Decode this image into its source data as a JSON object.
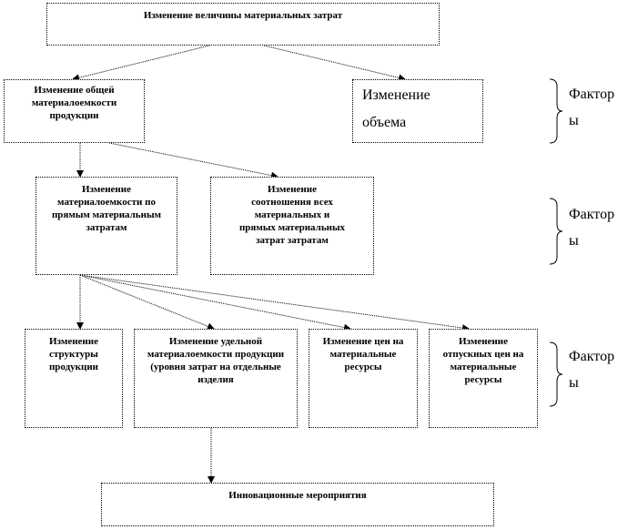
{
  "top": "Изменение величины материальных затрат",
  "level1": {
    "left": "Изменение общей материалоемкости продукции",
    "right": "Изменение объема"
  },
  "level2": {
    "left": "Изменение материалоемкости по прямым материальным затратам",
    "right": "Изменение соотношения всех материальных и прямых материальных затрат затратам"
  },
  "level3": [
    "Изменение структуры продукции",
    "Изменение удельной материалоемкости продукции (уровня затрат на отдельные изделия",
    "Изменение цен на материальные ресурсы",
    "Изменение отпускных цен на материальные ресурсы"
  ],
  "bottom": "Инновационные мероприятия",
  "factors_label": [
    "Фактор",
    "ы"
  ]
}
